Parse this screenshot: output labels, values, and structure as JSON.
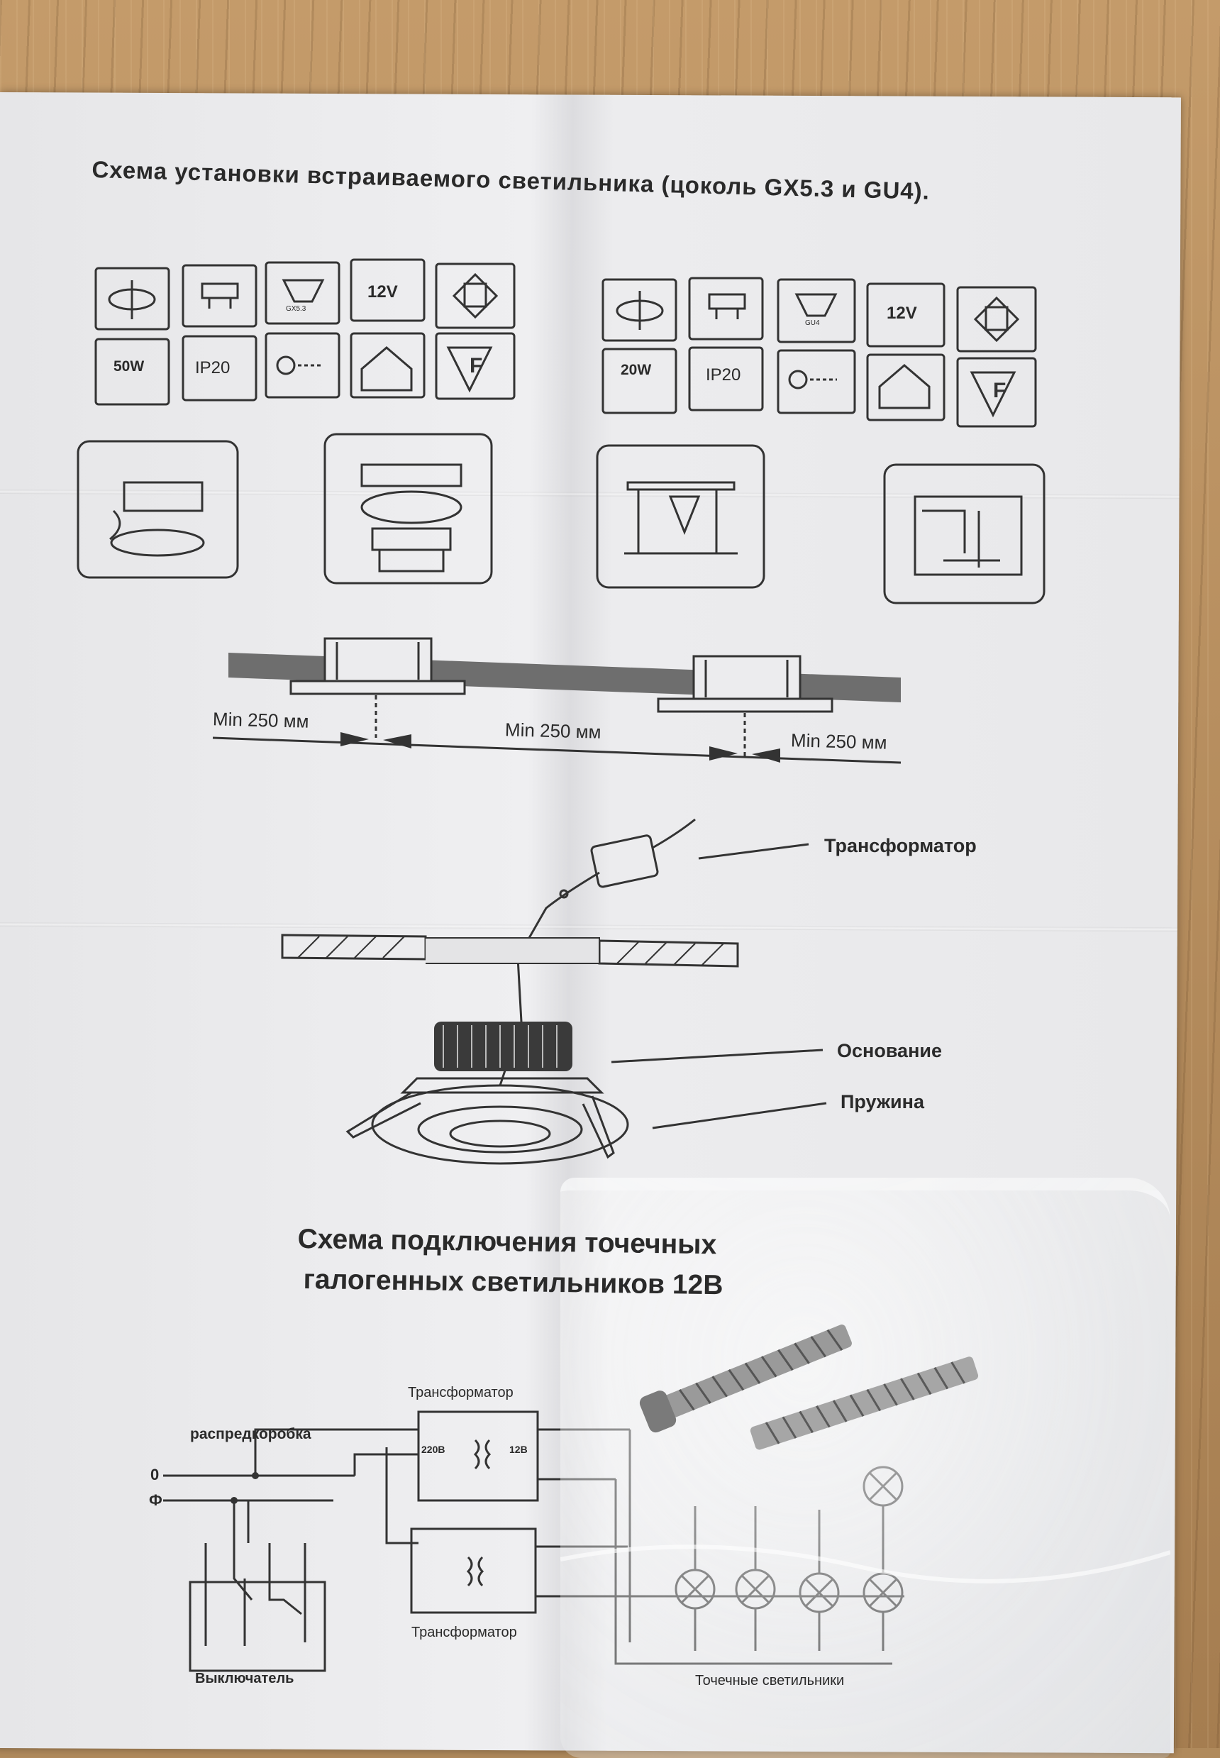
{
  "document": {
    "heading": "Схема установки встраиваемого светильника (цоколь GX5.3 и GU4).",
    "left_icons": [
      "12V",
      "50W",
      "IP20",
      "GX5.3"
    ],
    "right_icons": [
      "12V",
      "20W",
      "IP20",
      "GU4"
    ],
    "spacing_labels": [
      "Min 250 мм",
      "Min 250 мм",
      "Min 250 мм"
    ],
    "install_labels": {
      "transformer": "Трансформатор",
      "base": "Основание",
      "spring": "Пружина"
    },
    "wiring_title_line1": "Схема подключения точечных",
    "wiring_title_line2": "галогенных светильников 12В",
    "wiring_labels": {
      "junction_box": "распредкоробка",
      "zero": "0",
      "phase": "Ф",
      "transformer_top": "Трансформатор",
      "transformer_bottom": "Трансформатор",
      "input_voltage": "220В",
      "output_voltage": "12В",
      "switch": "Выключатель",
      "spotlights": "Точечные светильники"
    }
  }
}
